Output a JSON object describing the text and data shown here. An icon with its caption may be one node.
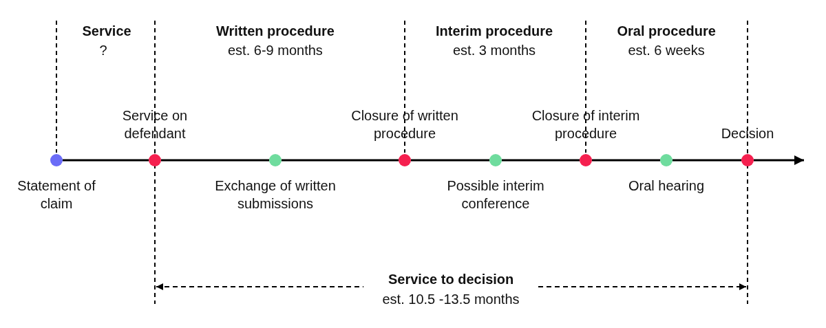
{
  "diagram": {
    "nodes": [
      {
        "text": [],
        "shape": "circle",
        "beside": [
          "Statement of claim"
        ]
      },
      {
        "text": [],
        "shape": "circle",
        "beside": [
          "Service on defendant"
        ]
      },
      {
        "text": [],
        "shape": "circle",
        "beside": [
          "Exchange of written submissions"
        ]
      },
      {
        "text": [],
        "shape": "circle",
        "beside": [
          "Closure of written procedure"
        ]
      },
      {
        "text": [],
        "shape": "circle",
        "beside": [
          "Possible interim conference"
        ]
      },
      {
        "text": [],
        "shape": "circle",
        "beside": [
          "Closure of interim procedure"
        ]
      },
      {
        "text": [],
        "shape": "circle",
        "beside": [
          "Oral hearing"
        ]
      },
      {
        "text": [],
        "shape": "circle",
        "beside": [
          "Decision"
        ]
      }
    ],
    "edges": [
      {
        "from": 0,
        "to": 1,
        "arrow": "none"
      },
      {
        "from": 1,
        "to": 2,
        "arrow": "none"
      },
      {
        "from": 2,
        "to": 3,
        "arrow": "none"
      },
      {
        "from": 3,
        "to": 4,
        "arrow": "none"
      },
      {
        "from": 4,
        "to": 5,
        "arrow": "none"
      },
      {
        "from": 5,
        "to": 6,
        "arrow": "none"
      },
      {
        "from": 6,
        "to": 7,
        "arrow": "none"
      },
      {
        "from": 7,
        "to": null,
        "arrow": "to"
      }
    ],
    "labels": [
      "Service",
      "?",
      "Written procedure",
      "est. 6-9 months",
      "Interim procedure",
      "est. 3 months",
      "Oral procedure",
      "est. 6 weeks",
      "Service to decision",
      "est. 10.5 -13.5 months"
    ]
  }
}
